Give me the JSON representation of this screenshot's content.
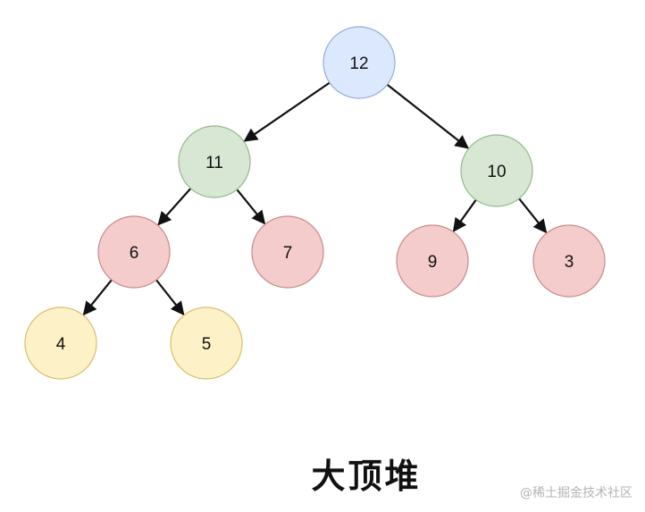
{
  "diagram": {
    "nodes": [
      {
        "id": "n12",
        "label": "12",
        "level": 0,
        "color": "#dbe8fd",
        "stroke": "#92aedb"
      },
      {
        "id": "n11",
        "label": "11",
        "level": 1,
        "color": "#d7e7d3",
        "stroke": "#95b98c"
      },
      {
        "id": "n10",
        "label": "10",
        "level": 1,
        "color": "#d7e7d3",
        "stroke": "#95b98c"
      },
      {
        "id": "n6",
        "label": "6",
        "level": 2,
        "color": "#f3cccb",
        "stroke": "#c98a88"
      },
      {
        "id": "n7",
        "label": "7",
        "level": 2,
        "color": "#f3cccb",
        "stroke": "#c98a88"
      },
      {
        "id": "n9",
        "label": "9",
        "level": 2,
        "color": "#f3cccb",
        "stroke": "#c98a88"
      },
      {
        "id": "n3",
        "label": "3",
        "level": 2,
        "color": "#f3cccb",
        "stroke": "#c98a88"
      },
      {
        "id": "n4",
        "label": "4",
        "level": 3,
        "color": "#fdf1c8",
        "stroke": "#d8bf6c"
      },
      {
        "id": "n5",
        "label": "5",
        "level": 3,
        "color": "#fdf1c8",
        "stroke": "#d8bf6c"
      }
    ],
    "edges": [
      {
        "from": "n12",
        "to": "n11"
      },
      {
        "from": "n12",
        "to": "n10"
      },
      {
        "from": "n11",
        "to": "n6"
      },
      {
        "from": "n11",
        "to": "n7"
      },
      {
        "from": "n10",
        "to": "n9"
      },
      {
        "from": "n10",
        "to": "n3"
      },
      {
        "from": "n6",
        "to": "n4"
      },
      {
        "from": "n6",
        "to": "n5"
      }
    ],
    "edge_color": "#111111"
  },
  "caption": "大顶堆",
  "watermark": "@稀土掘金技术社区"
}
